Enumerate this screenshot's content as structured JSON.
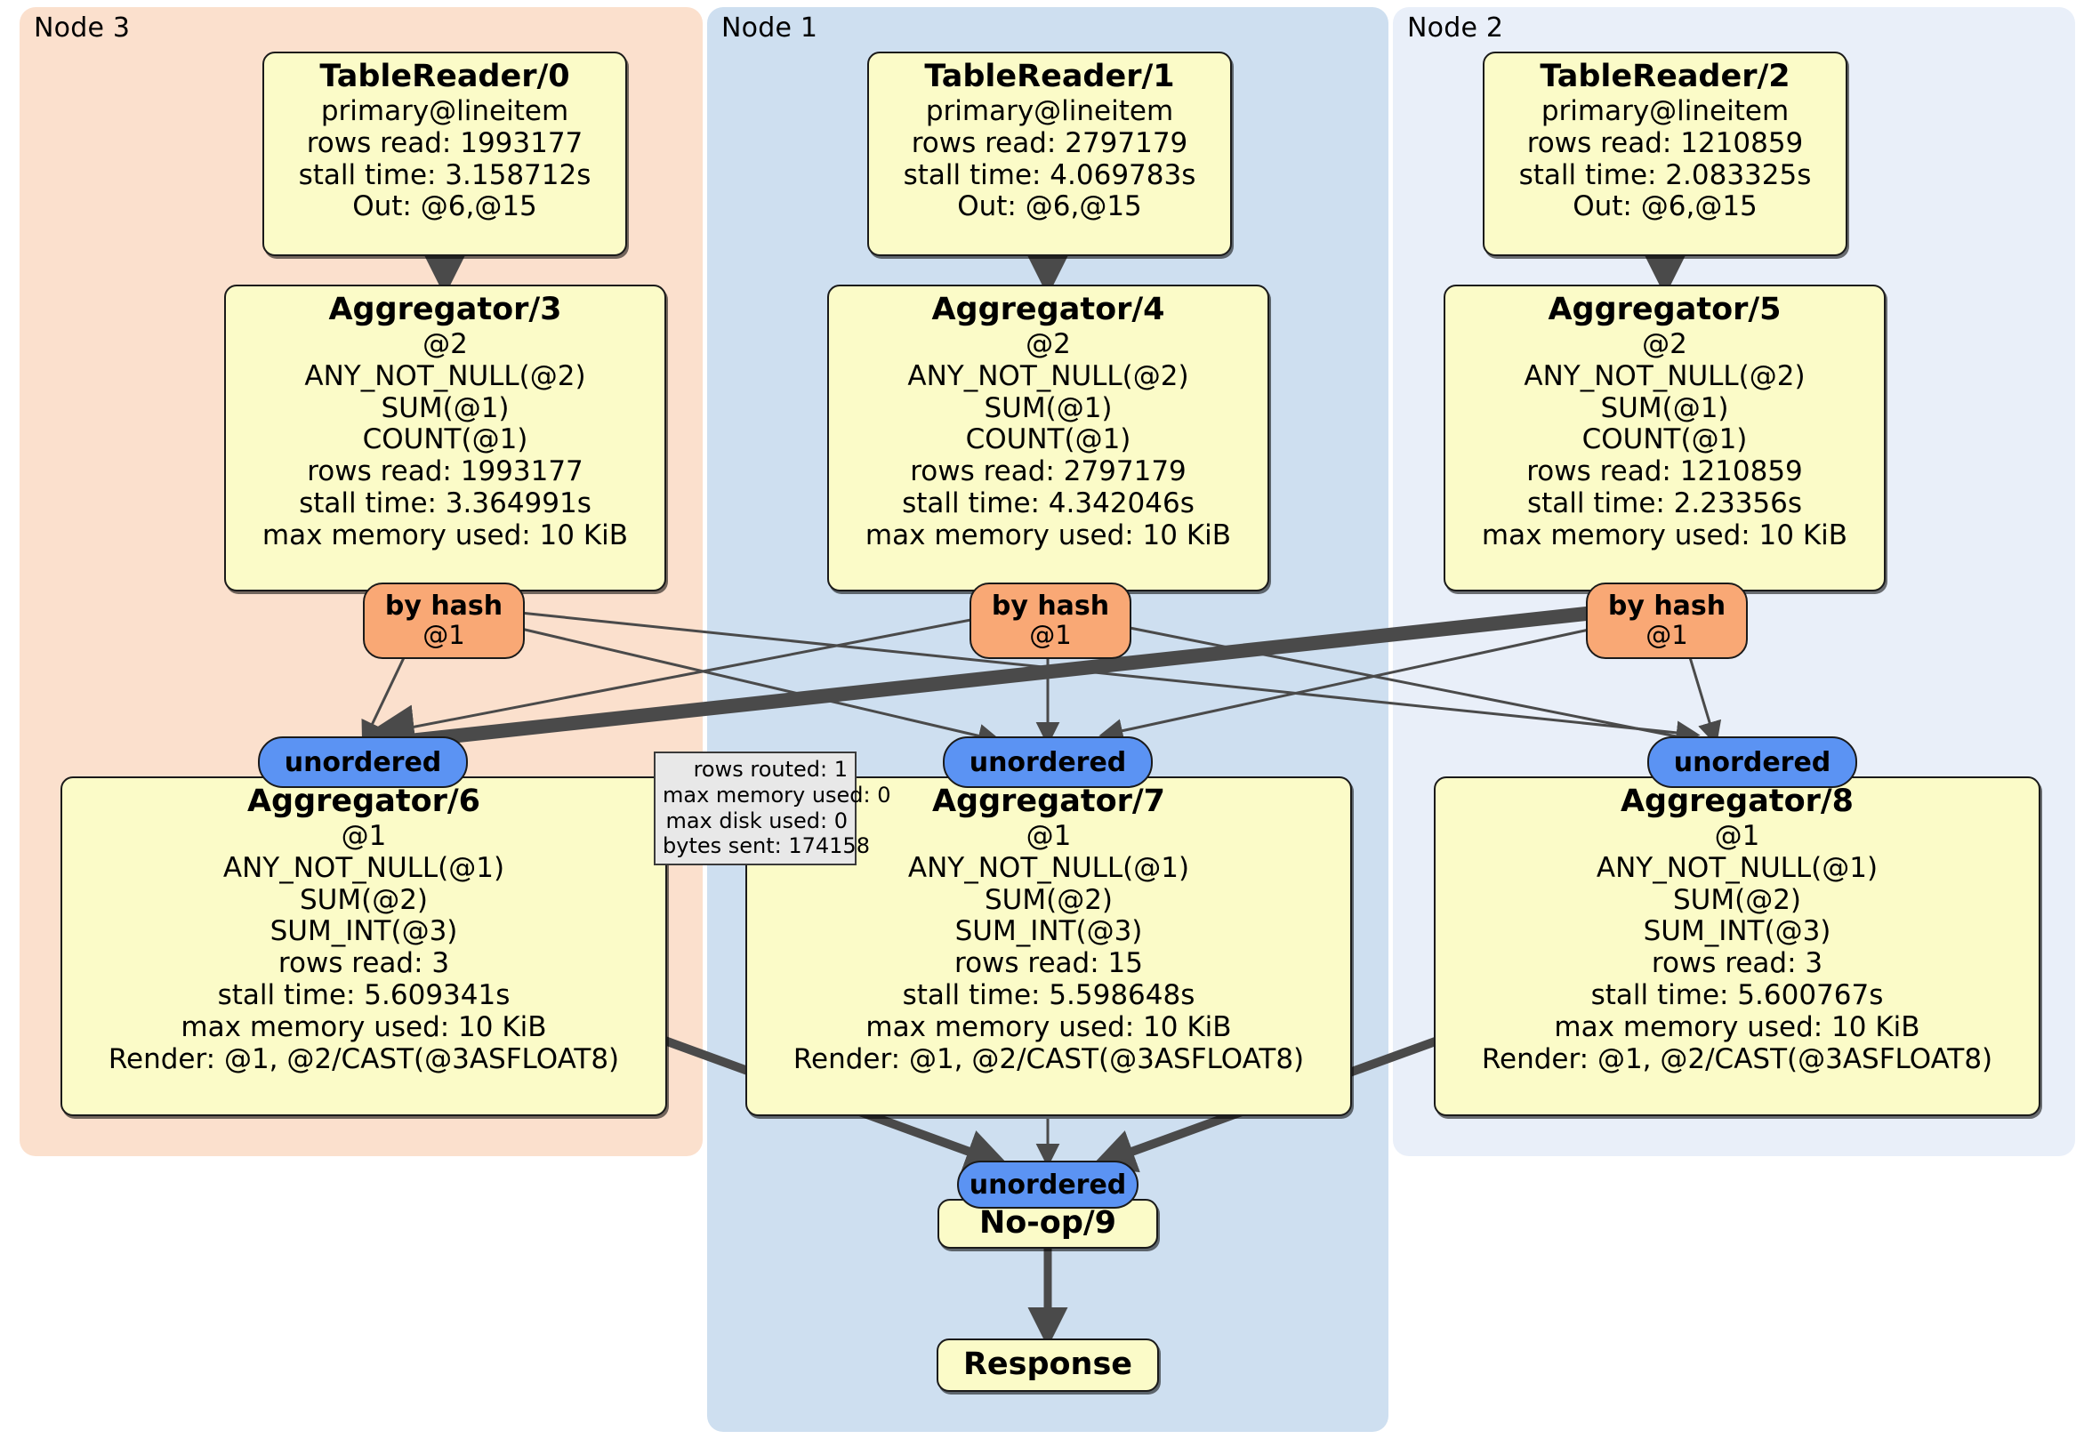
{
  "diagram": {
    "type": "distributed-query-plan",
    "colors": {
      "node3_panel": "#fbe0cd",
      "node1_panel": "#cedff0",
      "node2_panel": "#e9eff9",
      "operator_box": "#fbfbc8",
      "router_box": "#f9a875",
      "stream_box": "#5b93f3",
      "stats_box": "#e8e8e8",
      "edge": "#4a4a4a",
      "border": "#1a1a1a"
    }
  },
  "clusters": [
    {
      "id": "node3",
      "label": "Node 3"
    },
    {
      "id": "node1",
      "label": "Node 1"
    },
    {
      "id": "node2",
      "label": "Node 2"
    }
  ],
  "operators": {
    "tablereader0": {
      "title": "TableReader/0",
      "lines": [
        "primary@lineitem",
        "rows read: 1993177",
        "stall time: 3.158712s",
        "Out: @6,@15"
      ]
    },
    "tablereader1": {
      "title": "TableReader/1",
      "lines": [
        "primary@lineitem",
        "rows read: 2797179",
        "stall time: 4.069783s",
        "Out: @6,@15"
      ]
    },
    "tablereader2": {
      "title": "TableReader/2",
      "lines": [
        "primary@lineitem",
        "rows read: 1210859",
        "stall time: 2.083325s",
        "Out: @6,@15"
      ]
    },
    "aggregator3": {
      "title": "Aggregator/3",
      "lines": [
        "@2",
        "ANY_NOT_NULL(@2)",
        "SUM(@1)",
        "COUNT(@1)",
        "rows read: 1993177",
        "stall time: 3.364991s",
        "max memory used: 10 KiB"
      ]
    },
    "aggregator4": {
      "title": "Aggregator/4",
      "lines": [
        "@2",
        "ANY_NOT_NULL(@2)",
        "SUM(@1)",
        "COUNT(@1)",
        "rows read: 2797179",
        "stall time: 4.342046s",
        "max memory used: 10 KiB"
      ]
    },
    "aggregator5": {
      "title": "Aggregator/5",
      "lines": [
        "@2",
        "ANY_NOT_NULL(@2)",
        "SUM(@1)",
        "COUNT(@1)",
        "rows read: 1210859",
        "stall time: 2.23356s",
        "max memory used: 10 KiB"
      ]
    },
    "aggregator6": {
      "title": "Aggregator/6",
      "lines": [
        "@1",
        "ANY_NOT_NULL(@1)",
        "SUM(@2)",
        "SUM_INT(@3)",
        "rows read: 3",
        "stall time: 5.609341s",
        "max memory used: 10 KiB",
        "Render: @1, @2/CAST(@3ASFLOAT8)"
      ]
    },
    "aggregator7": {
      "title": "Aggregator/7",
      "lines": [
        "@1",
        "ANY_NOT_NULL(@1)",
        "SUM(@2)",
        "SUM_INT(@3)",
        "rows read: 15",
        "stall time: 5.598648s",
        "max memory used: 10 KiB",
        "Render: @1, @2/CAST(@3ASFLOAT8)"
      ]
    },
    "aggregator8": {
      "title": "Aggregator/8",
      "lines": [
        "@1",
        "ANY_NOT_NULL(@1)",
        "SUM(@2)",
        "SUM_INT(@3)",
        "rows read: 3",
        "stall time: 5.600767s",
        "max memory used: 10 KiB",
        "Render: @1, @2/CAST(@3ASFLOAT8)"
      ]
    },
    "noop9": {
      "title": "No-op/9",
      "lines": []
    },
    "response": {
      "title": "Response",
      "lines": []
    }
  },
  "routers": [
    {
      "id": "byhash3",
      "title": "by hash",
      "sub": "@1"
    },
    {
      "id": "byhash4",
      "title": "by hash",
      "sub": "@1"
    },
    {
      "id": "byhash5",
      "title": "by hash",
      "sub": "@1"
    }
  ],
  "streams": [
    {
      "id": "unordered6",
      "label": "unordered"
    },
    {
      "id": "unordered7",
      "label": "unordered"
    },
    {
      "id": "unordered8",
      "label": "unordered"
    },
    {
      "id": "unordered9",
      "label": "unordered"
    }
  ],
  "stats_tooltip": {
    "lines": [
      "rows routed: 1",
      "max memory used: 0",
      "max disk used: 0",
      "bytes sent: 174158"
    ]
  }
}
